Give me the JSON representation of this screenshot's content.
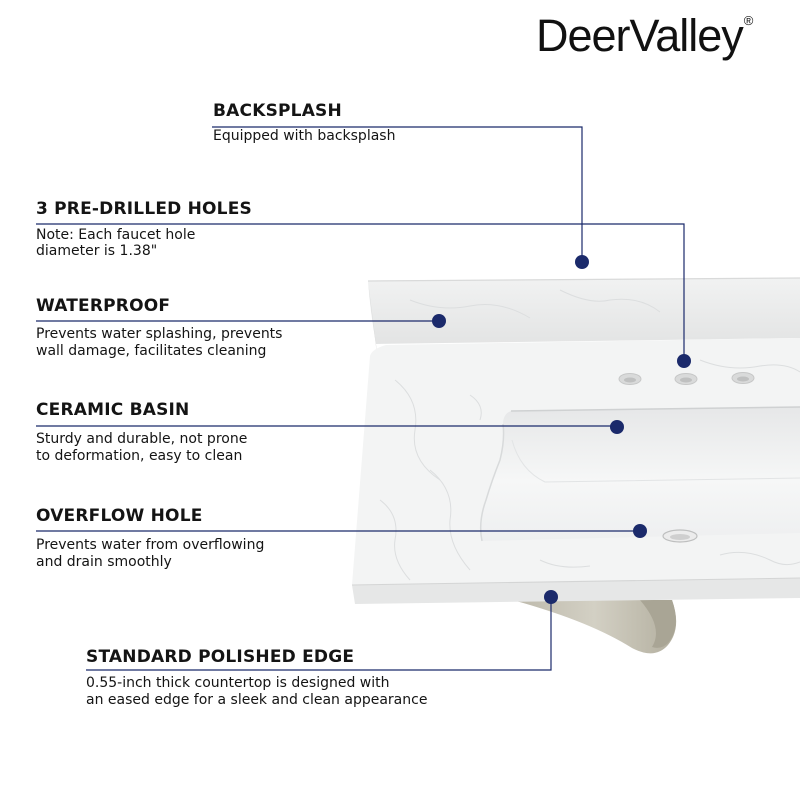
{
  "brand": {
    "name": "DeerValley",
    "mark": "®"
  },
  "colors": {
    "accent": "#1b2a6b",
    "stone": "#f2f3f3",
    "basin": "#f4f5f5",
    "underside": "#c7c3b6"
  },
  "callouts": [
    {
      "title": "BACKSPLASH",
      "desc": "Equipped with backsplash"
    },
    {
      "title": "3 PRE-DRILLED HOLES",
      "desc": "Note: Each faucet hole\ndiameter is 1.38\""
    },
    {
      "title": "WATERPROOF",
      "desc": "Prevents water splashing, prevents\nwall damage, facilitates cleaning"
    },
    {
      "title": "CERAMIC BASIN",
      "desc": "Sturdy and durable, not prone\nto deformation, easy to clean"
    },
    {
      "title": "OVERFLOW HOLE",
      "desc": "Prevents water from overflowing\nand drain smoothly"
    },
    {
      "title": "STANDARD POLISHED EDGE",
      "desc": "0.55-inch thick countertop is designed with\nan eased edge for a sleek and clean appearance"
    }
  ]
}
